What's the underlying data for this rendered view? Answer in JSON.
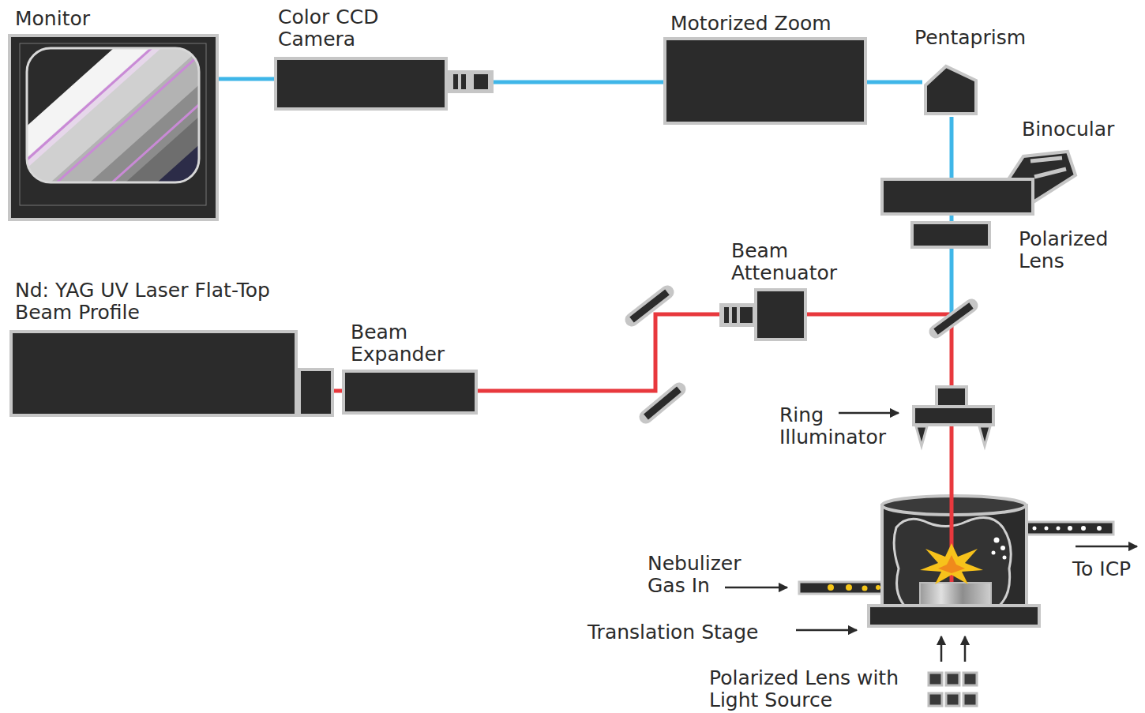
{
  "diagram": {
    "nodes": [
      {
        "text": [
          "Monitor"
        ]
      },
      {
        "text": [
          "Color CCD Camera"
        ]
      },
      {
        "text": [
          "Motorized Zoom"
        ]
      },
      {
        "text": [
          "Pentaprism"
        ]
      },
      {
        "text": [
          "Binocular"
        ]
      },
      {
        "text": [
          "Polarized Lens"
        ]
      },
      {
        "text": [
          "Nd: YAG UV Laser Flat-Top Beam Profile"
        ]
      },
      {
        "text": [
          "Beam Expander"
        ]
      },
      {
        "text": [
          "Beam Attenuator"
        ]
      },
      {
        "text": [
          "Ring Illuminator"
        ]
      },
      {
        "text": [
          "Translation Stage"
        ]
      },
      {
        "text": [
          "Polarized Lens with Light Source"
        ]
      }
    ],
    "edges": [
      {
        "from": 0,
        "to": 1,
        "arrow": "none"
      },
      {
        "from": 1,
        "to": 2,
        "arrow": "none"
      },
      {
        "from": 2,
        "to": 3,
        "arrow": "none"
      },
      {
        "from": 3,
        "to": 4,
        "arrow": "none"
      },
      {
        "from": 4,
        "to": 5,
        "arrow": "none"
      },
      {
        "from": 6,
        "to": 7,
        "arrow": "none"
      },
      {
        "from": 7,
        "to": 8,
        "arrow": "none"
      },
      {
        "from": 8,
        "to": 9,
        "arrow": "none"
      },
      {
        "from": 9,
        "to": 10,
        "arrow": "none"
      }
    ],
    "labels": [
      "Nebulizer Gas In",
      "To ICP"
    ]
  }
}
